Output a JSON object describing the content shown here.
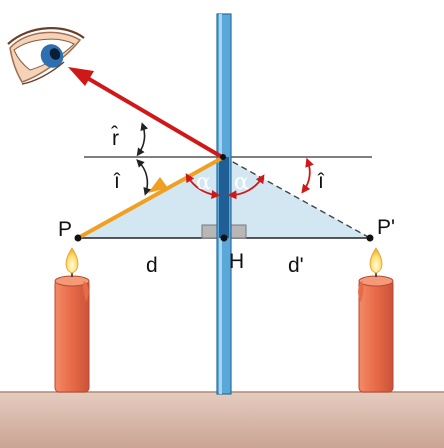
{
  "labels": {
    "p": "P",
    "p_prime": "P'",
    "h": "H",
    "d": "d",
    "d_prime": "d'",
    "i_angle": "î",
    "r_angle": "r̂",
    "i_angle_right": "î",
    "alpha_left": "α",
    "alpha_right": "α"
  },
  "colors": {
    "mirror": "#5aa8d8",
    "mirror_dark": "#1f5f96",
    "incident_ray": "#f0a020",
    "reflected_ray": "#d01818",
    "triangle_fill": "#d3e7f3",
    "candle": "#e8704f",
    "table": "#d9b9a8"
  },
  "icons": {
    "eye": "eye-icon",
    "flame": "flame-icon"
  }
}
